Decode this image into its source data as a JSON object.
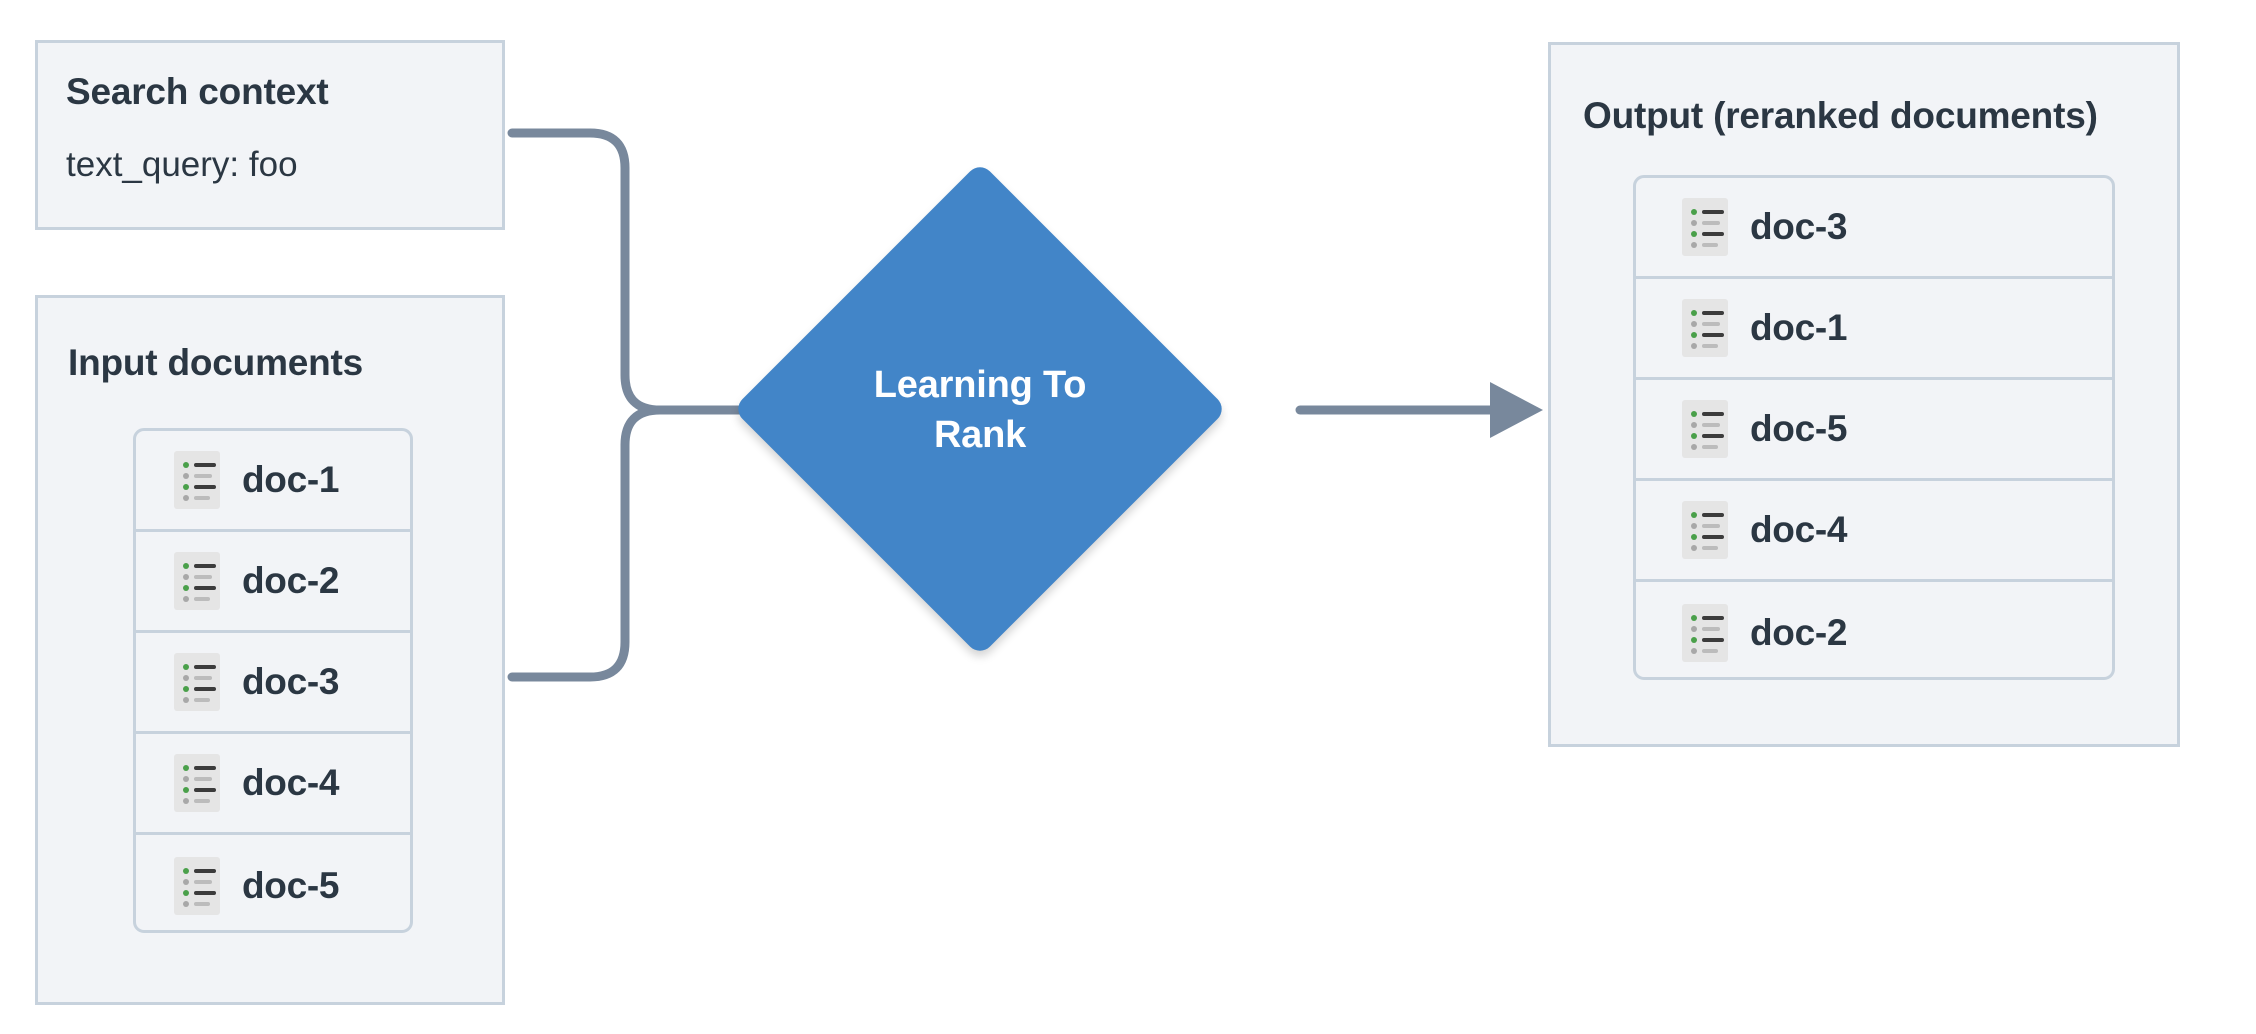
{
  "diagram": {
    "title": "Learning To Rank reranking flow",
    "colors": {
      "panel_background": "#f2f4f7",
      "panel_border": "#c7d2dd",
      "text": "#2b3743",
      "connector": "#78889c",
      "process_node": "#4285c8",
      "process_node_text": "#ffffff",
      "icon_background": "#e5e5e5",
      "icon_accent_green": "#4aa04a",
      "icon_accent_gray": "#a8a8a8"
    }
  },
  "search_context": {
    "title": "Search context",
    "query_line": "text_query: foo"
  },
  "input": {
    "title": "Input documents",
    "documents": [
      {
        "label": "doc-1",
        "icon": "document-list-icon"
      },
      {
        "label": "doc-2",
        "icon": "document-list-icon"
      },
      {
        "label": "doc-3",
        "icon": "document-list-icon"
      },
      {
        "label": "doc-4",
        "icon": "document-list-icon"
      },
      {
        "label": "doc-5",
        "icon": "document-list-icon"
      }
    ]
  },
  "process": {
    "label": "Learning To Rank",
    "label_lines": [
      "Learning To",
      "Rank"
    ],
    "shape": "diamond"
  },
  "output": {
    "title": "Output (reranked documents)",
    "documents": [
      {
        "label": "doc-3",
        "icon": "document-list-icon"
      },
      {
        "label": "doc-1",
        "icon": "document-list-icon"
      },
      {
        "label": "doc-5",
        "icon": "document-list-icon"
      },
      {
        "label": "doc-4",
        "icon": "document-list-icon"
      },
      {
        "label": "doc-2",
        "icon": "document-list-icon"
      }
    ]
  },
  "connectors": [
    {
      "name": "search-context-to-ltr",
      "from": "Search context",
      "to": "Learning To Rank",
      "arrow": true
    },
    {
      "name": "input-documents-to-ltr",
      "from": "Input documents",
      "to": "Learning To Rank",
      "arrow": true
    },
    {
      "name": "ltr-to-output",
      "from": "Learning To Rank",
      "to": "Output (reranked documents)",
      "arrow": true
    }
  ]
}
